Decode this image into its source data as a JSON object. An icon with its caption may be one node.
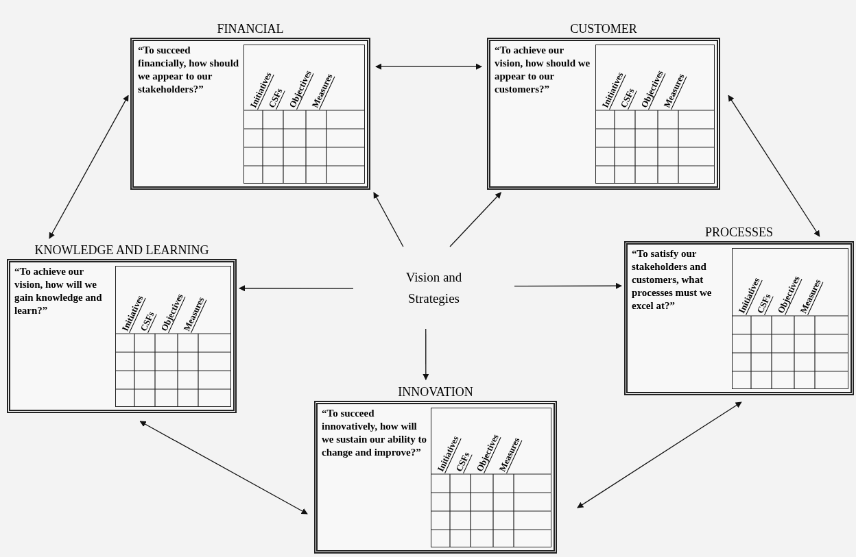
{
  "diagram": {
    "nodes": [
      {
        "text": [
          "FINANCIAL",
          "“To succeed financially, how should we appear to our stakeholders?”",
          "Initiatives",
          "CSFs",
          "Objectives",
          "Measures"
        ]
      },
      {
        "text": [
          "CUSTOMER",
          "“To achieve our vision, how should we appear to our customers?”",
          "Initiatives",
          "CSFs",
          "Objectives",
          "Measures"
        ]
      },
      {
        "text": [
          "PROCESSES",
          "“To satisfy our stakeholders and customers, what processes must we excel at?”",
          "Initiatives",
          "CSFs",
          "Objectives",
          "Measures"
        ]
      },
      {
        "text": [
          "KNOWLEDGE AND LEARNING",
          "“To achieve our vision, how will we gain knowledge and learn?”",
          "Initiatives",
          "CSFs",
          "Objectives",
          "Measures"
        ]
      },
      {
        "text": [
          "Vision and Strategies"
        ]
      },
      {
        "text": [
          "INNOVATION",
          "“To succeed innovatively, how will we sustain our ability to change and improve?”",
          "Initiatives",
          "CSFs",
          "Objectives",
          "Measures"
        ]
      }
    ],
    "edges": [
      {
        "from": 4,
        "to": 0,
        "arrow": "to"
      },
      {
        "from": 4,
        "to": 1,
        "arrow": "to"
      },
      {
        "from": 4,
        "to": 3,
        "arrow": "to"
      },
      {
        "from": 4,
        "to": 2,
        "arrow": "to"
      },
      {
        "from": 4,
        "to": 5,
        "arrow": "to"
      },
      {
        "from": 0,
        "to": 1,
        "arrow": "both"
      },
      {
        "from": 0,
        "to": 3,
        "arrow": "both"
      },
      {
        "from": 1,
        "to": 2,
        "arrow": "both"
      },
      {
        "from": 3,
        "to": 5,
        "arrow": "both"
      },
      {
        "from": 5,
        "to": 2,
        "arrow": "both"
      }
    ]
  }
}
